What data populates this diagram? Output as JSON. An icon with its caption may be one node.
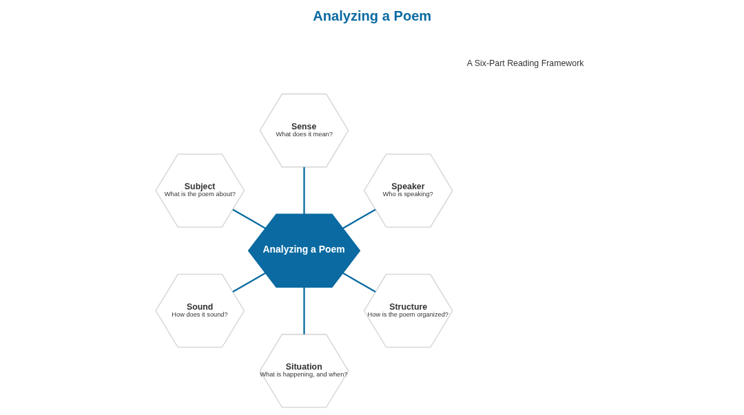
{
  "diagram": {
    "title": "Analyzing a Poem",
    "nodes": [
      {
        "text": [
          "Speaker",
          "Who is speaking?"
        ]
      },
      {
        "text": [
          "Sense",
          "What does it mean?"
        ]
      },
      {
        "text": [
          "Subject",
          "What is the poem about?"
        ]
      },
      {
        "text": [
          "Analyzing a Poem"
        ]
      },
      {
        "text": [
          "Sound",
          "How does it sound?"
        ]
      },
      {
        "text": [
          "Situation",
          "What is happening, and when?"
        ]
      },
      {
        "text": [
          "Structure",
          "How is the poem organized?"
        ]
      }
    ],
    "edges": [
      {
        "from": 3,
        "to": 0,
        "arrow": "none"
      },
      {
        "from": 3,
        "to": 2,
        "arrow": "none"
      },
      {
        "from": 3,
        "to": 5,
        "arrow": "none"
      },
      {
        "from": 3,
        "to": 6,
        "arrow": "none"
      },
      {
        "from": 3,
        "to": 4,
        "arrow": "none"
      },
      {
        "from": 3,
        "to": 1,
        "arrow": "none"
      }
    ],
    "labels": [
      "A Six-Part Reading Framework"
    ]
  }
}
